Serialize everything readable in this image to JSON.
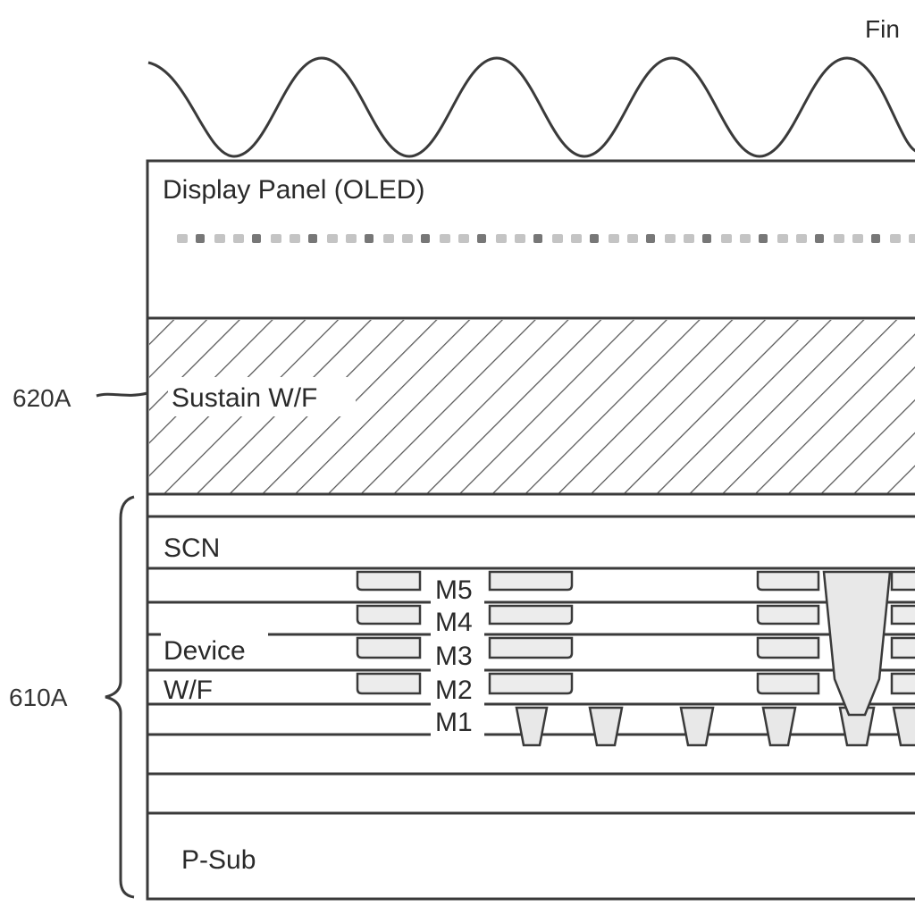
{
  "top_label": "Fin",
  "layers": {
    "display": "Display Panel (OLED)",
    "sustain": "Sustain W/F",
    "scn": "SCN",
    "device_line1": "Device",
    "device_line2": "W/F",
    "psub": "P-Sub"
  },
  "metals": [
    "M5",
    "M4",
    "M3",
    "M2",
    "M1"
  ],
  "refs": {
    "sustain_ref": "620A",
    "device_ref": "610A"
  },
  "colors": {
    "line": "#3a3a3a",
    "hatch": "#555555",
    "fill_light": "#e8e8e8"
  }
}
